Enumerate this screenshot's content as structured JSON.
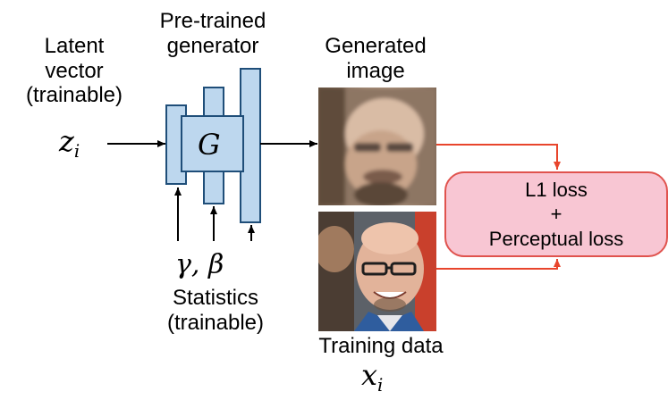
{
  "latent": {
    "label_line1": "Latent",
    "label_line2": "vector",
    "label_line3": "(trainable)",
    "symbol": "z",
    "subscript": "i"
  },
  "generator": {
    "title_line1": "Pre-trained",
    "title_line2": "generator",
    "symbol": "G",
    "fill": "#bdd7ee",
    "stroke": "#1f4e79"
  },
  "statistics": {
    "symbol": "γ, β",
    "label_line1": "Statistics",
    "label_line2": "(trainable)"
  },
  "generated": {
    "label_line1": "Generated",
    "label_line2": "image"
  },
  "training": {
    "label": "Training data",
    "symbol": "x",
    "subscript": "i"
  },
  "loss": {
    "line1": "L1 loss",
    "line2": "+",
    "line3": "Perceptual loss",
    "fill": "#f8c6d3",
    "stroke": "#e0534e",
    "arrow_color": "#e8452c"
  }
}
